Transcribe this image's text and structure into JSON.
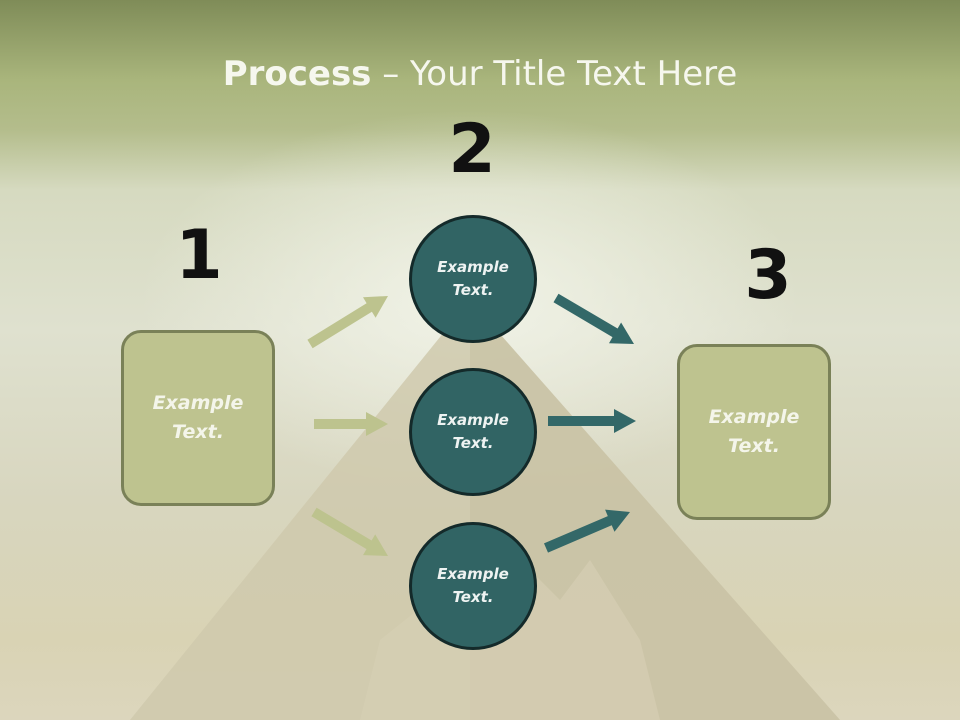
{
  "title": {
    "bold": "Process",
    "rest": " – Your Title Text Here"
  },
  "steps": [
    {
      "number": "1"
    },
    {
      "number": "2"
    },
    {
      "number": "3"
    }
  ],
  "left_box": {
    "text": "Example Text."
  },
  "circles": [
    {
      "text": "Example Text."
    },
    {
      "text": "Example Text."
    },
    {
      "text": "Example Text."
    }
  ],
  "right_box": {
    "text": "Example Text."
  },
  "colors": {
    "box_fill": "#bec38f",
    "circle_fill": "#316464",
    "left_arrow": "#bdc38e",
    "right_arrow": "#336868"
  }
}
